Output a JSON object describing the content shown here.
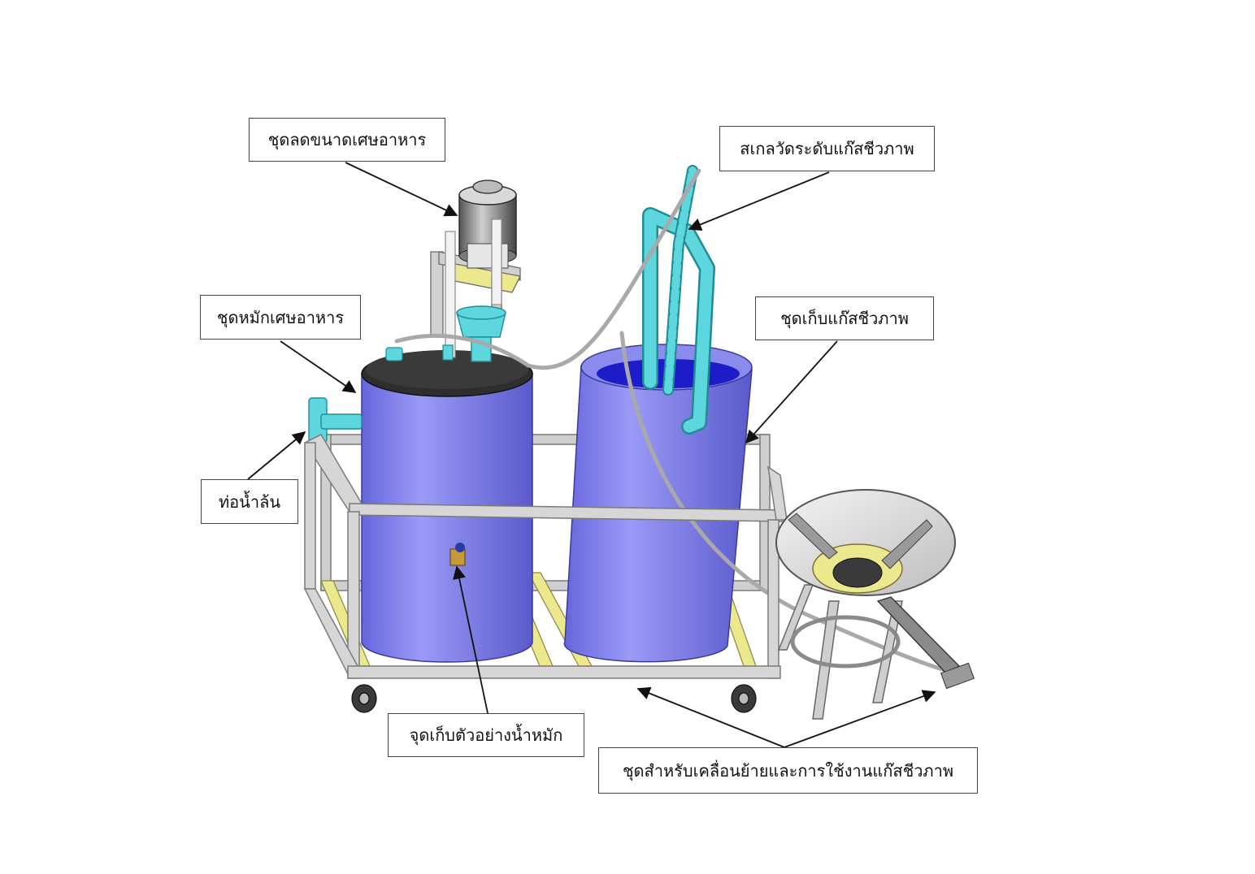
{
  "labels": {
    "food_waste_grinder": "ชุดลดขนาดเศษอาหาร",
    "biogas_level_gauge": "สเกลวัดระดับแก๊สชีวภาพ",
    "food_waste_digester": "ชุดหมักเศษอาหาร",
    "biogas_storage": "ชุดเก็บแก๊สชีวภาพ",
    "overflow_pipe": "ท่อน้ำล้น",
    "sample_collection_point": "จุดเก็บตัวอย่างน้ำหมัก",
    "transport_and_usage_set": "ชุดสำหรับเคลื่อนย้ายและการใช้งานแก๊สชีวภาพ"
  },
  "colors": {
    "tank": "#7f7ff0",
    "tank_dark": "#5858cc",
    "pipe": "#5ed6de",
    "frame": "#c8c8c8",
    "rail": "#e8e48a",
    "lid": "#2e2e2e"
  }
}
